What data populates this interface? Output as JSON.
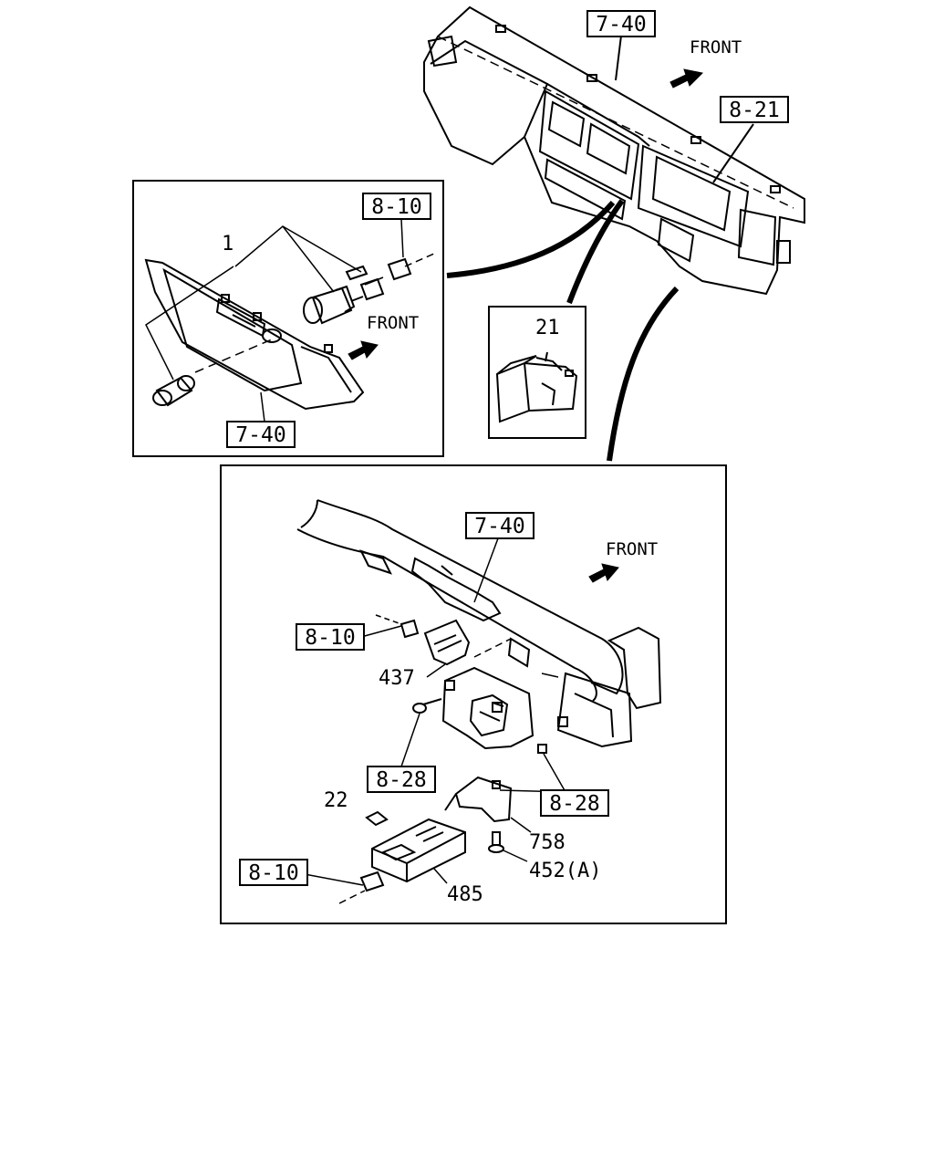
{
  "labels": {
    "top_front": "FRONT",
    "top_ref_panel": "7-40",
    "top_ref_meter": "8-21",
    "left_part_1": "1",
    "left_ref_harness": "8-10",
    "left_front": "FRONT",
    "left_ref_panel": "7-40",
    "switch_part": "21",
    "bottom_ref_panel": "7-40",
    "bottom_front": "FRONT",
    "bottom_ref_harness_a": "8-10",
    "part_437": "437",
    "bottom_ref_bracket_a": "8-28",
    "bottom_ref_bracket_b": "8-28",
    "part_22": "22",
    "part_758": "758",
    "part_452a": "452(A)",
    "bottom_ref_harness_b": "8-10",
    "part_485": "485"
  }
}
